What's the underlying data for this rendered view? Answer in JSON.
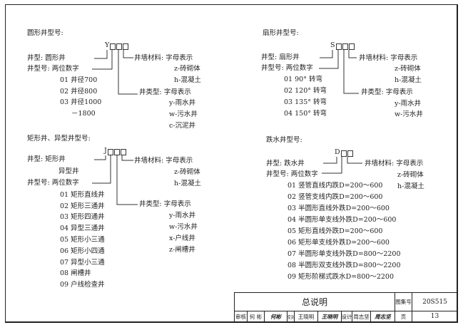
{
  "round": {
    "title": "圆形井型号:",
    "code_letter": "Y",
    "type_label": "井型: 圆形井",
    "number_label": "井型号: 两位数字",
    "numbers": [
      "01  井径700",
      "02  井径800",
      "03  井径1000",
      "－1800"
    ],
    "wall_label": "井墙材料: 字母表示",
    "wall_options": [
      "z-砖砌体",
      "h-混凝土"
    ],
    "kind_label": "井类型: 字母表示",
    "kind_options": [
      "y-雨水井",
      "w-污水井",
      "c-沉泥井"
    ]
  },
  "rect": {
    "title": "矩形井、异型井型号:",
    "code_letter": "J",
    "type_label": "井型: 矩形井",
    "type_label2": "异型井",
    "number_label": "井型号: 两位数字",
    "numbers": [
      "01  矩形直线井",
      "02  矩形三通井",
      "03  矩形四通井",
      "04  异型三通井",
      "05  矩形小三通",
      "06  矩形小四通",
      "07  异型小三通",
      "08  闸槽井",
      "09  户线检查井"
    ],
    "wall_label": "井墙材料: 字母表示",
    "wall_options": [
      "z-砖砌体",
      "h-混凝土"
    ],
    "kind_label": "井类型: 字母表示",
    "kind_options": [
      "y-雨水井",
      "w-污水井",
      "x-户线井",
      "z-闸槽井"
    ]
  },
  "sector": {
    "title": "扇形井型号:",
    "code_letter": "S",
    "type_label": "井型: 扇形井",
    "number_label": "井型号: 两位数字",
    "numbers": [
      "01  90°   转弯",
      "02  120°  转弯",
      "03  135°  转弯",
      "04  150°  转弯"
    ],
    "wall_label": "井墙材料: 字母表示",
    "wall_options": [
      "z-砖砌体",
      "h-混凝土"
    ],
    "kind_label": "井类型: 字母表示",
    "kind_options": [
      "y-雨水井",
      "w-污水井"
    ]
  },
  "drop": {
    "title": "跌水井型号:",
    "code_letter": "D",
    "type_label": "井型: 跌水井",
    "number_label": "井型号: 两位数字",
    "numbers": [
      "01  竖管直线内跌D=200～600",
      "02  竖管支线内跌D=200～600",
      "03  半圆形直线外跌D=200～600",
      "04  半圆形单支线外跌D=200～600",
      "05  矩形直线外跌D=200～600",
      "06  矩形单支线外跌D=200～600",
      "07  半圆形单支线外跌D=800～2200",
      "08  半圆形双支线外跌D=800～2200",
      "09  矩形阶梯式跌水D=800～2200"
    ],
    "wall_label": "井墙材料: 字母表示",
    "wall_options": [
      "z-砖砌体",
      "h-混凝土"
    ]
  },
  "title_block": {
    "title": "总说明",
    "atlas_label": "图集号",
    "atlas_no": "20S515",
    "page_label": "页",
    "page_no": "13",
    "review_label": "审核",
    "reviewer": "何 彬",
    "reviewer_sig": "何彬",
    "check_label": "校对",
    "checker": "王晓明",
    "checker_sig": "王晓明",
    "design_label": "设计",
    "designer": "周志坚",
    "designer_sig": "周志坚"
  }
}
